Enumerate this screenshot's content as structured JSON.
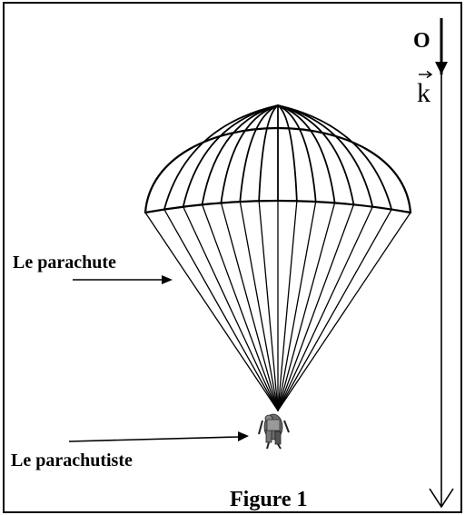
{
  "labels": {
    "origin": "O",
    "unit_vector": "k",
    "parachute": "Le parachute",
    "parachutist": "Le parachutiste",
    "caption": "Figure 1"
  },
  "colors": {
    "line": "#000000",
    "background": "#ffffff"
  }
}
